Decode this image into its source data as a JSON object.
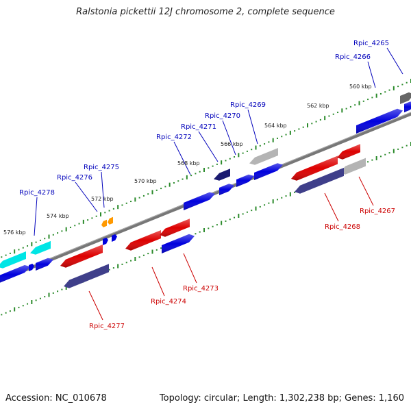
{
  "title": "Ralstonia pickettii 12J chromosome 2, complete sequence",
  "footer": {
    "accession": "Accession: NC_010678",
    "stats": "Topology: circular; Length: 1,302,238 bp; Genes: 1,160"
  },
  "colors": {
    "forward": "#0000dd",
    "reverse": "#dd0000",
    "cyan": "#00e5e5",
    "orange": "#ff9900",
    "navy": "#1a1a70",
    "gray": "#b4b4b4",
    "darkgray": "#666666",
    "slate": "#3f3f8a",
    "tick": "#2a8a2a",
    "label_fwd": "#0000bb",
    "label_rev": "#cc0000"
  },
  "kbp_ticks": [
    {
      "label": "560 kbp"
    },
    {
      "label": "562 kbp"
    },
    {
      "label": "564 kbp"
    },
    {
      "label": "566 kbp"
    },
    {
      "label": "568 kbp"
    },
    {
      "label": "570 kbp"
    },
    {
      "label": "572 kbp"
    },
    {
      "label": "574 kbp"
    },
    {
      "label": "576 kbp"
    }
  ],
  "gene_labels": [
    {
      "name": "Rpic_4265",
      "strand": "forward"
    },
    {
      "name": "Rpic_4266",
      "strand": "forward"
    },
    {
      "name": "Rpic_4269",
      "strand": "forward"
    },
    {
      "name": "Rpic_4270",
      "strand": "forward"
    },
    {
      "name": "Rpic_4271",
      "strand": "forward"
    },
    {
      "name": "Rpic_4272",
      "strand": "forward"
    },
    {
      "name": "Rpic_4275",
      "strand": "forward"
    },
    {
      "name": "Rpic_4276",
      "strand": "forward"
    },
    {
      "name": "Rpic_4278",
      "strand": "forward"
    },
    {
      "name": "Rpic_4267",
      "strand": "reverse"
    },
    {
      "name": "Rpic_4268",
      "strand": "reverse"
    },
    {
      "name": "Rpic_4273",
      "strand": "reverse"
    },
    {
      "name": "Rpic_4274",
      "strand": "reverse"
    },
    {
      "name": "Rpic_4277",
      "strand": "reverse"
    }
  ]
}
